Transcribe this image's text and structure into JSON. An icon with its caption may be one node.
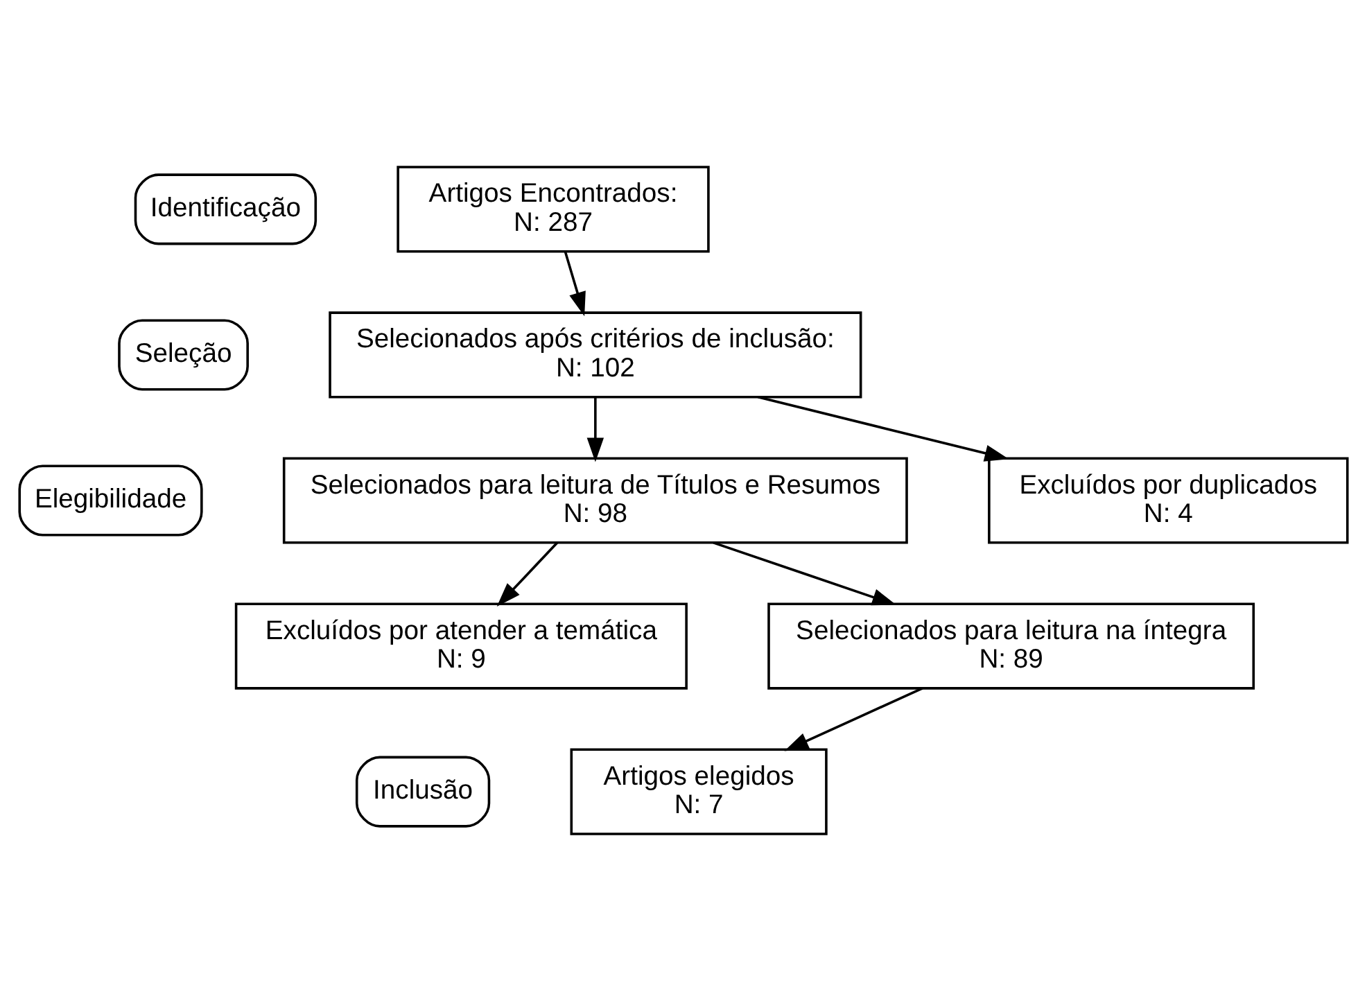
{
  "diagram": {
    "nodes": [
      {
        "text": [
          "Identificação"
        ]
      },
      {
        "text": [
          "Artigos Encontrados:",
          "N: 287"
        ]
      },
      {
        "text": [
          "Seleção"
        ]
      },
      {
        "text": [
          "Selecionados após critérios de inclusão:",
          "N: 102"
        ]
      },
      {
        "text": [
          "Excluídos por duplicados",
          "N: 4"
        ]
      },
      {
        "text": [
          "Elegibilidade"
        ]
      },
      {
        "text": [
          "Selecionados para leitura de Títulos e Resumos",
          "N: 98"
        ]
      },
      {
        "text": [
          "Excluídos por atender a temática",
          "N: 9"
        ]
      },
      {
        "text": [
          "Selecionados para leitura na íntegra",
          "N: 89"
        ]
      },
      {
        "text": [
          "Inclusão"
        ]
      },
      {
        "text": [
          "Artigos elegidos",
          "N: 7"
        ]
      }
    ],
    "edges": [
      {
        "from": 1,
        "to": 3,
        "arrow": "to"
      },
      {
        "from": 3,
        "to": 6,
        "arrow": "to"
      },
      {
        "from": 3,
        "to": 4,
        "arrow": "to"
      },
      {
        "from": 6,
        "to": 8,
        "arrow": "to"
      },
      {
        "from": 6,
        "to": 7,
        "arrow": "to"
      },
      {
        "from": 8,
        "to": 10,
        "arrow": "to"
      }
    ]
  }
}
